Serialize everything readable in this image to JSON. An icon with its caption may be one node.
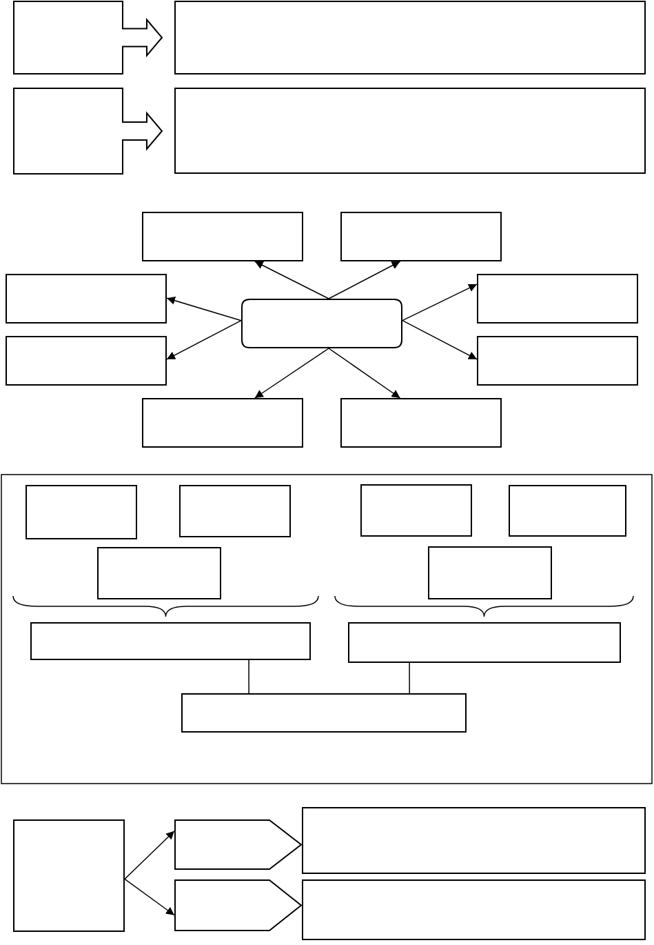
{
  "diagram": {
    "nodes": [
      {
        "text": [],
        "shape": "callout"
      },
      {
        "text": [],
        "shape": "box"
      },
      {
        "text": [],
        "shape": "callout"
      },
      {
        "text": [],
        "shape": "box"
      },
      {
        "text": [],
        "shape": "box"
      },
      {
        "text": [],
        "shape": "box"
      },
      {
        "text": [],
        "shape": "box"
      },
      {
        "text": [],
        "shape": "box"
      },
      {
        "text": [],
        "shape": "box"
      },
      {
        "text": [],
        "shape": "box"
      },
      {
        "text": [],
        "shape": "box"
      },
      {
        "text": [],
        "shape": "box"
      },
      {
        "text": [],
        "shape": "box"
      },
      {
        "text": [],
        "shape": "box"
      },
      {
        "text": [],
        "shape": "box",
        "in": 13
      },
      {
        "text": [],
        "shape": "box",
        "in": 13
      },
      {
        "text": [],
        "shape": "box",
        "in": 13
      },
      {
        "text": [],
        "shape": "box",
        "in": 13
      },
      {
        "text": [],
        "shape": "box",
        "in": 13
      },
      {
        "text": [],
        "shape": "box",
        "in": 13
      },
      {
        "text": [],
        "shape": "box",
        "in": 13
      },
      {
        "text": [],
        "shape": "box",
        "in": 13
      },
      {
        "text": [],
        "shape": "box",
        "in": 13
      },
      {
        "text": [],
        "shape": "box"
      },
      {
        "text": [],
        "shape": "pentagon"
      },
      {
        "text": [],
        "shape": "box"
      },
      {
        "text": [],
        "shape": "pentagon"
      },
      {
        "text": [],
        "shape": "box"
      }
    ],
    "edges": [
      {
        "from": 8,
        "to": 4,
        "arrow": "to"
      },
      {
        "from": 8,
        "to": 5,
        "arrow": "to"
      },
      {
        "from": 8,
        "to": 6,
        "arrow": "to"
      },
      {
        "from": 8,
        "to": 7,
        "arrow": "to"
      },
      {
        "from": 8,
        "to": 9,
        "arrow": "to"
      },
      {
        "from": 8,
        "to": 10,
        "arrow": "to"
      },
      {
        "from": 8,
        "to": 11,
        "arrow": "to"
      },
      {
        "from": 8,
        "to": 12,
        "arrow": "to"
      },
      {
        "from": 20,
        "to": 22,
        "arrow": "none"
      },
      {
        "from": 21,
        "to": 22,
        "arrow": "none"
      },
      {
        "from": 23,
        "to": 24,
        "arrow": "to"
      },
      {
        "from": 23,
        "to": 26,
        "arrow": "to"
      }
    ]
  }
}
